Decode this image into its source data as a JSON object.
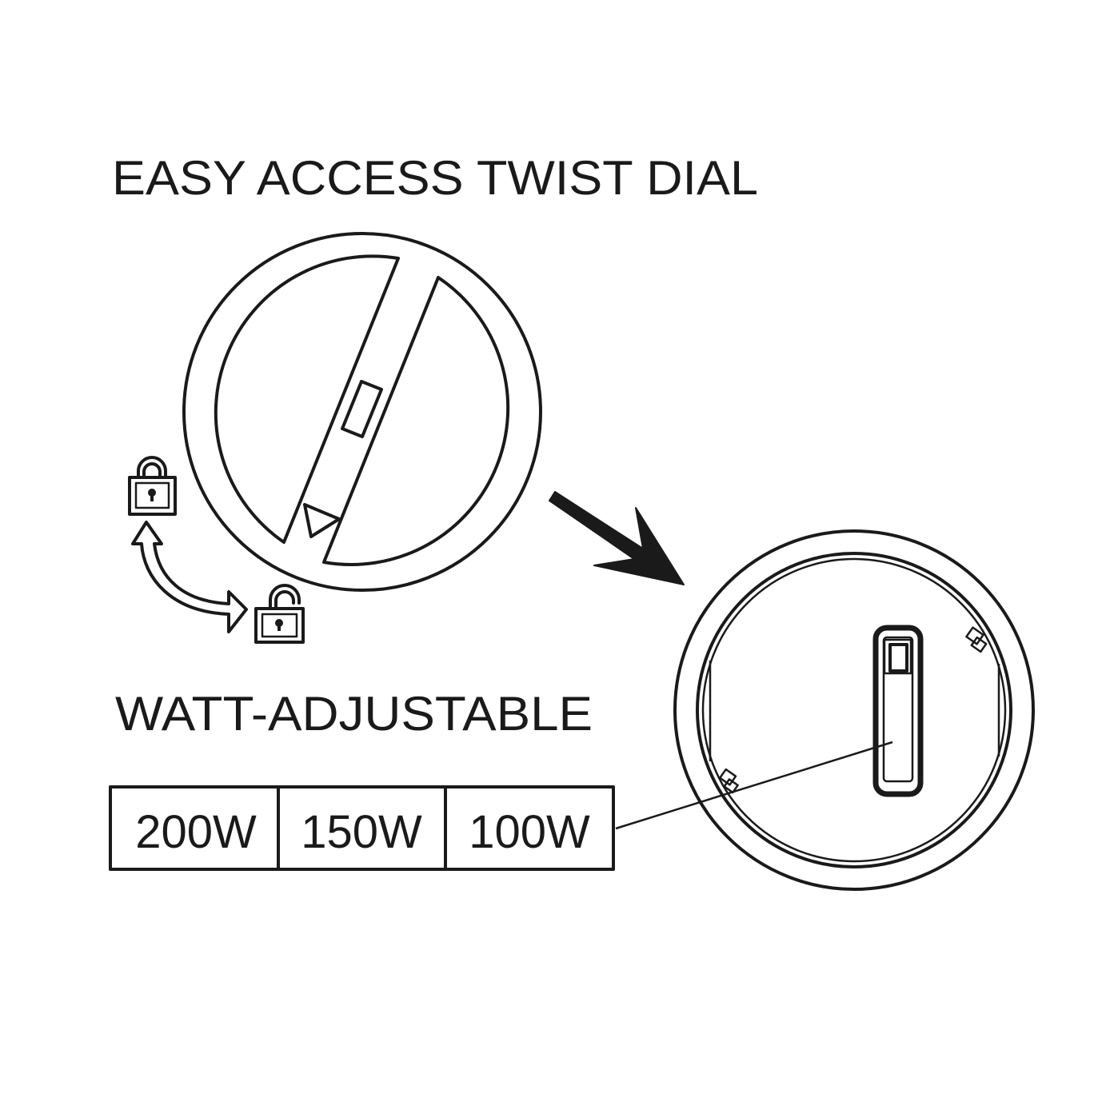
{
  "headings": {
    "twist_dial": "EASY ACCESS TWIST DIAL",
    "watt_adjustable": "WATT-ADJUSTABLE"
  },
  "wattage_options": [
    "200W",
    "150W",
    "100W"
  ],
  "icons": {
    "locked": "lock-closed-icon",
    "unlocked": "lock-open-icon",
    "rotate": "curved-double-arrow-icon",
    "pointer": "arrow-right-down-icon"
  },
  "colors": {
    "line": "#1a1a1a",
    "background": "#ffffff"
  }
}
